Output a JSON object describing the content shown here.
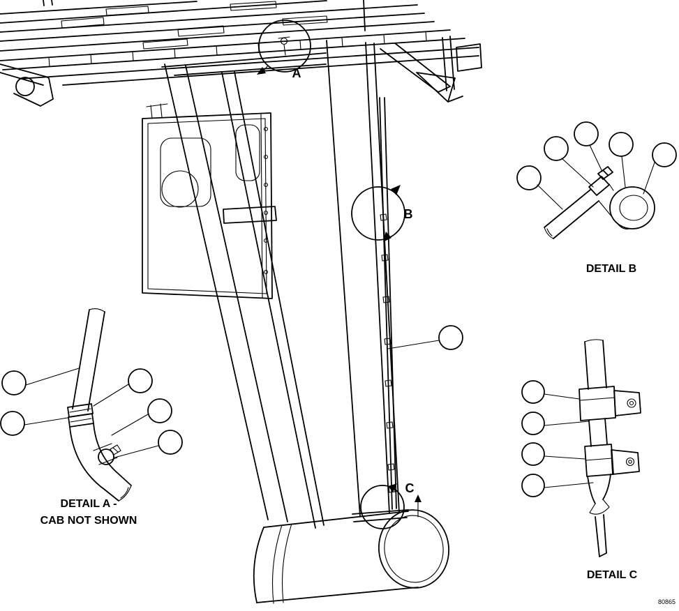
{
  "figure_number": "80865",
  "callouts": {
    "a": "A",
    "b": "B",
    "c": "C"
  },
  "labels": {
    "detail_a_line1": "DETAIL A -",
    "detail_a_line2": "CAB NOT SHOWN",
    "detail_b": "DETAIL B",
    "detail_c": "DETAIL C"
  },
  "colors": {
    "line": "#000000",
    "background": "#ffffff"
  }
}
